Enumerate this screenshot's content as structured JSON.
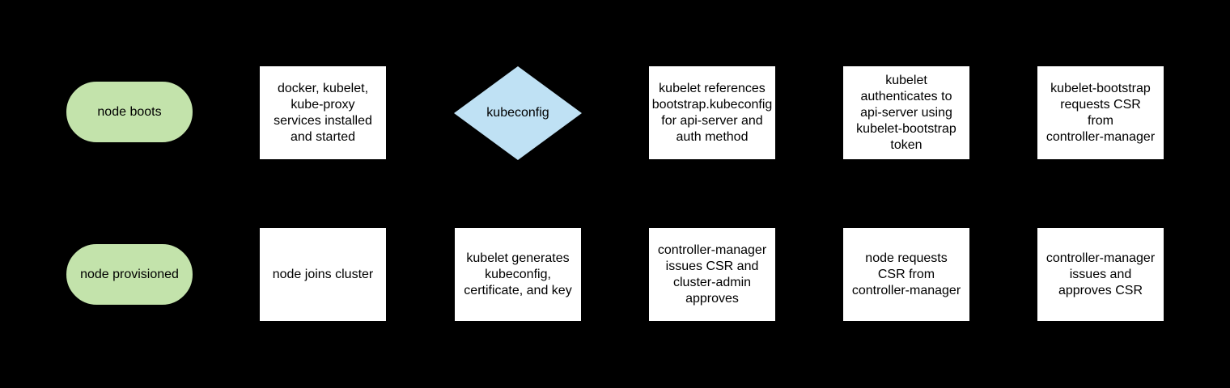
{
  "diagram": {
    "type": "flowchart",
    "subject": "kubernetes node bootstrap / kubelet TLS bootstrapping flow",
    "colors": {
      "bg": "#000000",
      "green": "#c3e3ab",
      "blue": "#bfe1f4",
      "box": "#ffffff",
      "text": "#000000"
    }
  },
  "nodes": {
    "n1": {
      "shape": "terminator",
      "label": "node boots"
    },
    "n2": {
      "shape": "process",
      "label": "docker, kubelet,\nkube-proxy\nservices installed\nand started"
    },
    "n3": {
      "shape": "decision",
      "label": "kubeconfig"
    },
    "n4": {
      "shape": "process",
      "label": "kubelet references\nbootstrap.kubeconfig\nfor api-server and\nauth method"
    },
    "n5": {
      "shape": "process",
      "label": "kubelet\nauthenticates to\napi-server using\nkubelet-bootstrap\ntoken"
    },
    "n6": {
      "shape": "process",
      "label": "kubelet-bootstrap\nrequests CSR\nfrom\ncontroller-manager"
    },
    "n7": {
      "shape": "terminator",
      "label": "node provisioned"
    },
    "n8": {
      "shape": "process",
      "label": "node joins cluster"
    },
    "n9": {
      "shape": "process",
      "label": "kubelet generates\nkubeconfig,\ncertificate, and key"
    },
    "n10": {
      "shape": "process",
      "label": "controller-manager\nissues CSR and\ncluster-admin\napproves"
    },
    "n11": {
      "shape": "process",
      "label": "node requests\nCSR from\ncontroller-manager"
    },
    "n12": {
      "shape": "process",
      "label": "controller-manager\nissues and\napproves CSR"
    }
  }
}
